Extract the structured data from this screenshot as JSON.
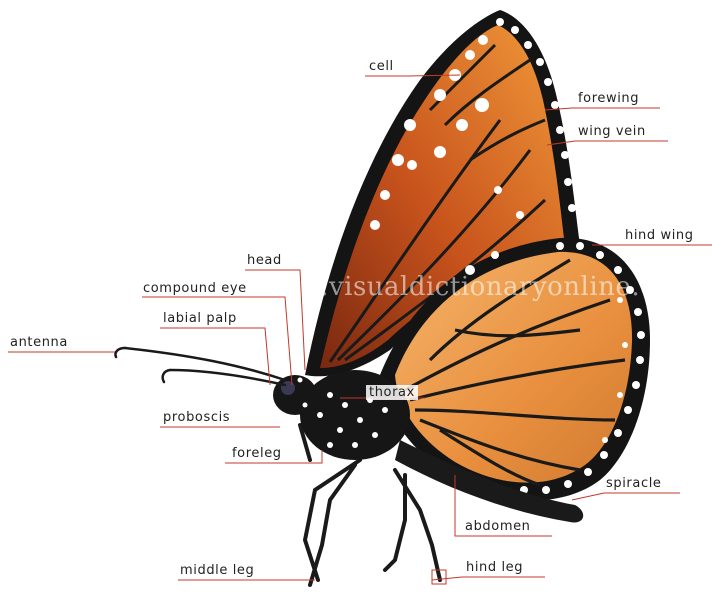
{
  "diagram": {
    "labels": {
      "cell": "cell",
      "forewing": "forewing",
      "wing_vein": "wing vein",
      "hind_wing": "hind wing",
      "head": "head",
      "compound_eye": "compound eye",
      "labial_palp": "labial palp",
      "antenna": "antenna",
      "thorax": "thorax",
      "proboscis": "proboscis",
      "foreleg": "foreleg",
      "spiracle": "spiracle",
      "abdomen": "abdomen",
      "middle_leg": "middle leg",
      "hind_leg": "hind leg"
    },
    "watermark": "www.visualdictionaryonline.com",
    "colors": {
      "leader_line": "#c0392b",
      "wing_orange": "#e8862a",
      "wing_border": "#1a1a1a",
      "spots": "#ffffff"
    }
  }
}
